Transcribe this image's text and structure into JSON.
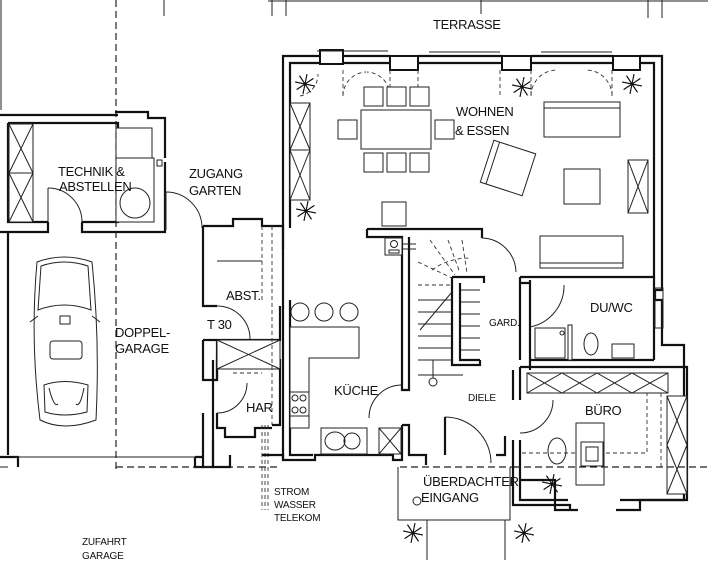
{
  "plan": {
    "title": "Erdgeschoss Grundriss",
    "rooms": {
      "terrasse": "TERRASSE",
      "wohnen_line1": "WOHNEN",
      "wohnen_line2": "& ESSEN",
      "technik_line1": "TECHNIK &",
      "technik_line2": "ABSTELLEN",
      "zugang_line1": "ZUGANG",
      "zugang_line2": "GARTEN",
      "abst": "ABST.",
      "t30": "T 30",
      "doppel_line1": "DOPPEL-",
      "doppel_line2": "GARAGE",
      "har": "HAR",
      "kueche": "KÜCHE",
      "gard": "GARD.",
      "diele": "DIELE",
      "duwc": "DU/WC",
      "buero": "BÜRO",
      "eingang_line1": "ÜBERDACHTER",
      "eingang_line2": "EINGANG",
      "zufahrt_line1": "ZUFAHRT",
      "zufahrt_line2": "GARAGE"
    },
    "utilities": [
      "STROM",
      "WASSER",
      "TELEKOM"
    ],
    "colors": {
      "line": "#111111",
      "background": "#ffffff"
    }
  }
}
